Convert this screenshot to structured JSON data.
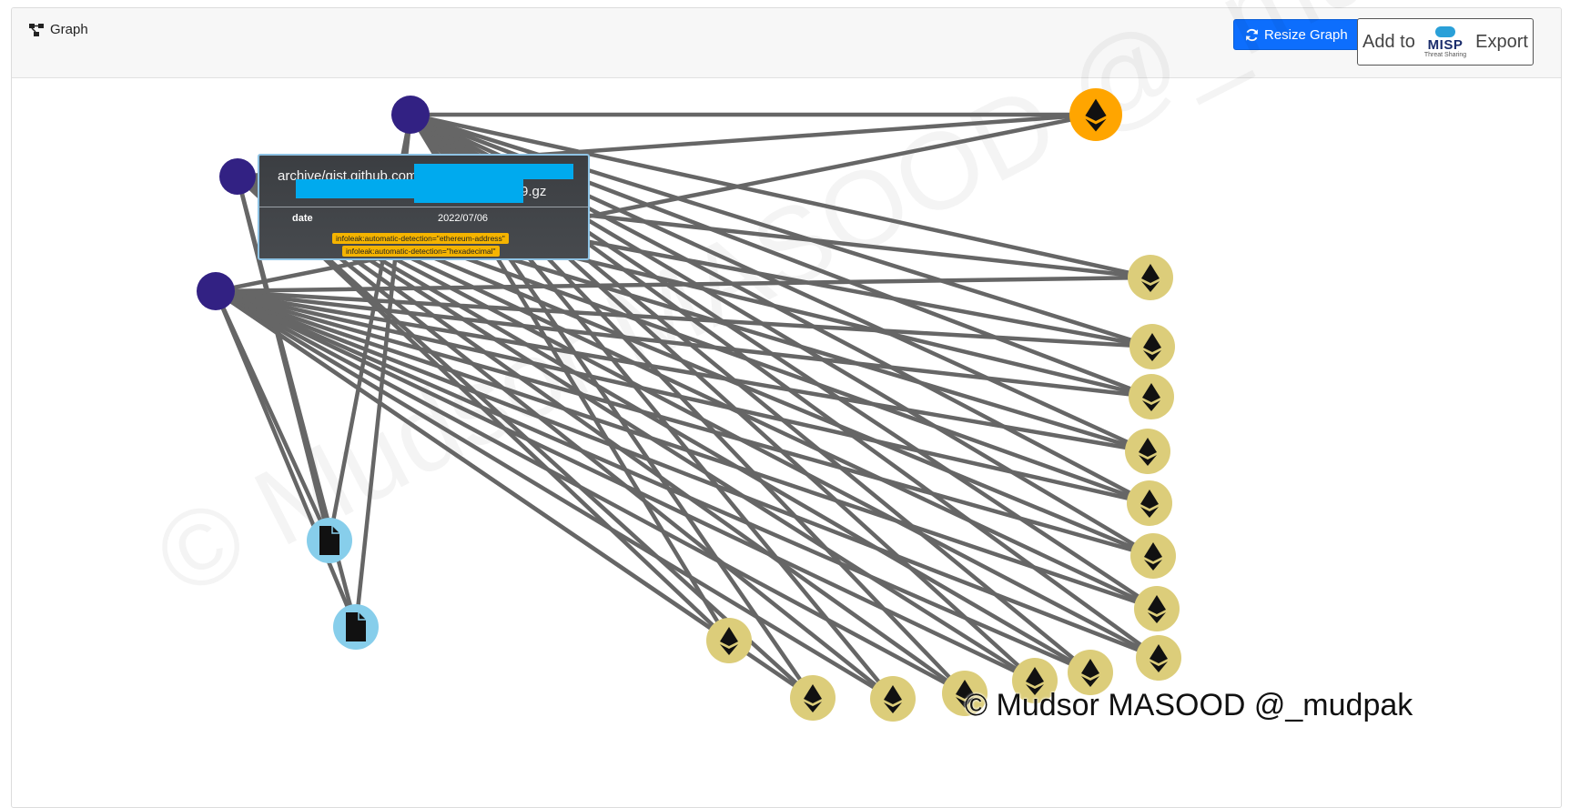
{
  "header": {
    "title": "Graph",
    "graph_icon": "graph-icon",
    "resize_label": "Resize Graph",
    "resize_icon": "refresh-icon",
    "export_prefix": "Add to",
    "export_logo_text": "MISP",
    "export_logo_sub": "Threat Sharing",
    "export_suffix": "Export"
  },
  "tooltip": {
    "name_part1": "archive/gist.github.com",
    "name_part2": "9.gz",
    "date_label": "date",
    "date_value": "2022/07/06",
    "tags": [
      "infoleak:automatic-detection=\"ethereum-address\"",
      "infoleak:automatic-detection=\"hexadecimal\""
    ]
  },
  "graph": {
    "node_types": {
      "source": {
        "color": "#322183",
        "icon": "circle"
      },
      "file": {
        "color": "#87ceeb",
        "icon": "file-icon"
      },
      "ethereum": {
        "color": "#dccd7a",
        "icon": "ethereum-icon"
      },
      "ethereum_selected": {
        "color": "#ffa500",
        "icon": "ethereum-icon"
      }
    },
    "edge_color": "#666666"
  },
  "watermark": "© Mudsor MASOOD @_mudpak",
  "copyright": "© Mudsor MASOOD @_mudpak"
}
